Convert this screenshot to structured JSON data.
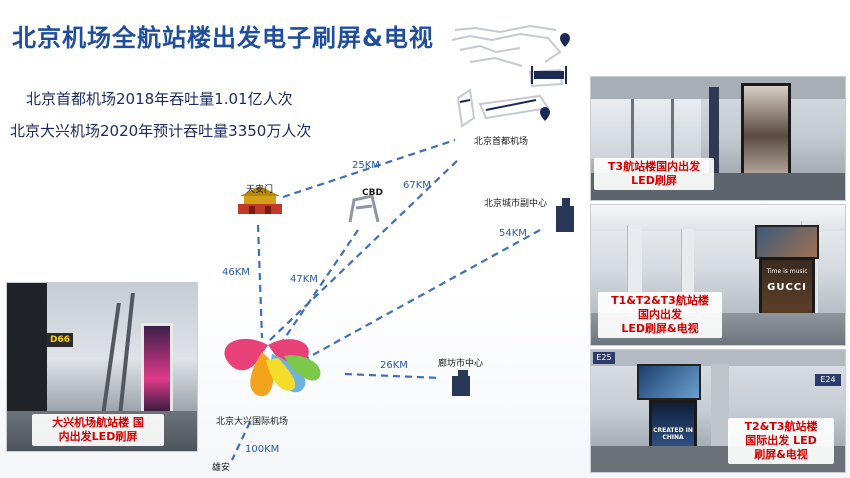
{
  "title": "北京机场全航站楼出发电子刷屏&电视",
  "stats": [
    "北京首都机场2018年吞吐量1.01亿人次",
    "北京大兴机场2020年预计吞吐量3350万人次"
  ],
  "map": {
    "places": {
      "capital_airport": "北京首都机场",
      "tiananmen": "天安门",
      "cbd": "CBD",
      "city_subcenter": "北京城市副中心",
      "langfang": "廊坊市中心",
      "daxing_airport": "北京大兴国际机场",
      "xiongan": "雄安"
    },
    "distances": {
      "tiananmen_capital": "25KM",
      "daxing_capital": "67KM",
      "daxing_tiananmen": "46KM",
      "daxing_cbd": "47KM",
      "daxing_subcenter": "54KM",
      "daxing_langfang": "26KM",
      "daxing_xiongan": "100KM"
    }
  },
  "photos": {
    "daxing": {
      "gate_sign": "D66",
      "caption_lines": [
        "大兴机场航站楼 国",
        "内出发LED刷屏"
      ]
    },
    "t3": {
      "caption_lines": [
        "T3航站楼国内出发",
        "LED刷屏"
      ]
    },
    "t123": {
      "screen_text_1": "GUCCI",
      "screen_text_2": "Time is music",
      "caption_lines": [
        "T1&T2&T3航站楼",
        "国内出发",
        "LED刷屏&电视"
      ]
    },
    "t23": {
      "gate_sign_left": "E25",
      "gate_sign_right": "E24",
      "screen_text": "CREATED IN CHINA",
      "caption_lines": [
        "T2&T3航站楼",
        "国际出发 LED",
        "刷屏&电视"
      ]
    }
  },
  "colors": {
    "title": "#1f4e9c",
    "stats": "#1c2a5e",
    "route_line": "#3f6fb8",
    "caption": "#d40000"
  }
}
